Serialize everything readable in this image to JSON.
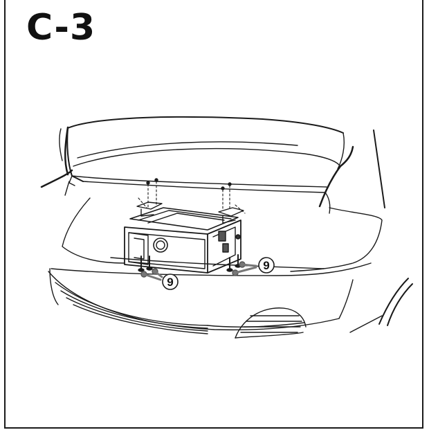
{
  "step_label": "C-3",
  "callouts": [
    {
      "label": "9"
    },
    {
      "label": "9"
    }
  ]
}
